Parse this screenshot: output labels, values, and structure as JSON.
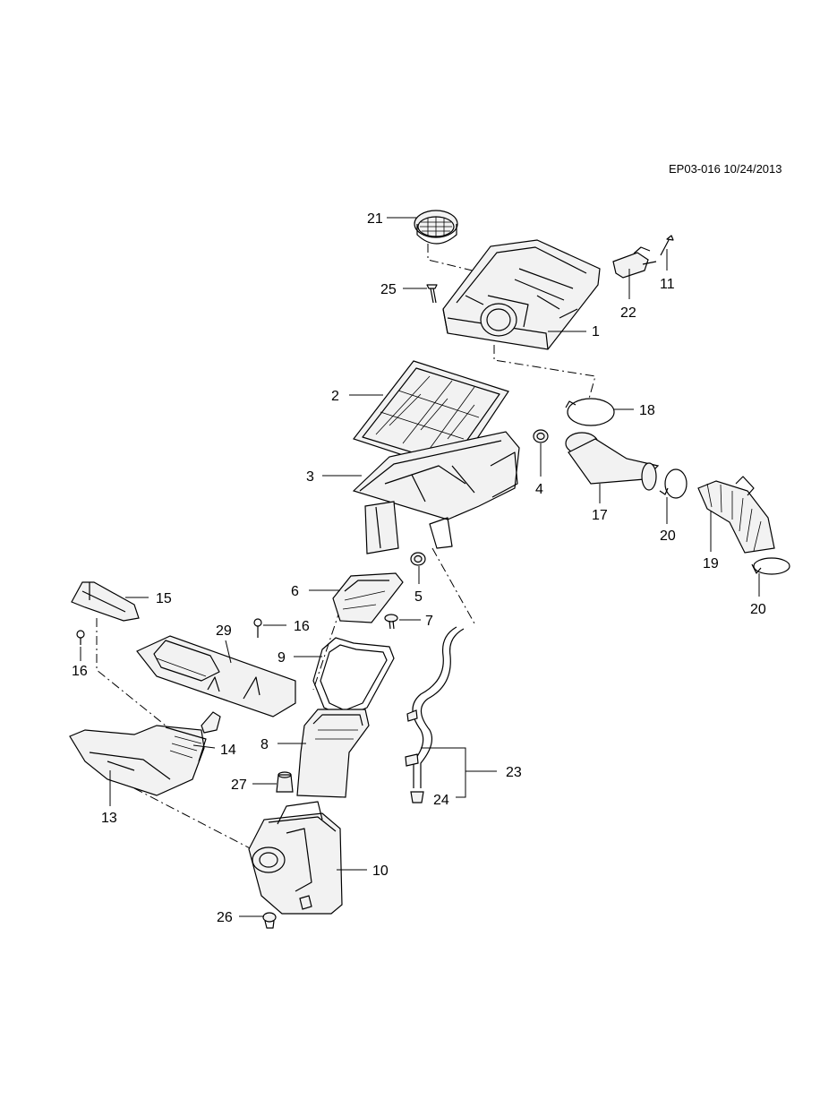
{
  "reference": "EP03-016 10/24/2013",
  "callouts": [
    "1",
    "2",
    "3",
    "4",
    "5",
    "6",
    "7",
    "8",
    "9",
    "10",
    "11",
    "13",
    "14",
    "15",
    "16",
    "16",
    "17",
    "18",
    "19",
    "20",
    "20",
    "21",
    "22",
    "23",
    "24",
    "25",
    "26",
    "27",
    "29"
  ]
}
